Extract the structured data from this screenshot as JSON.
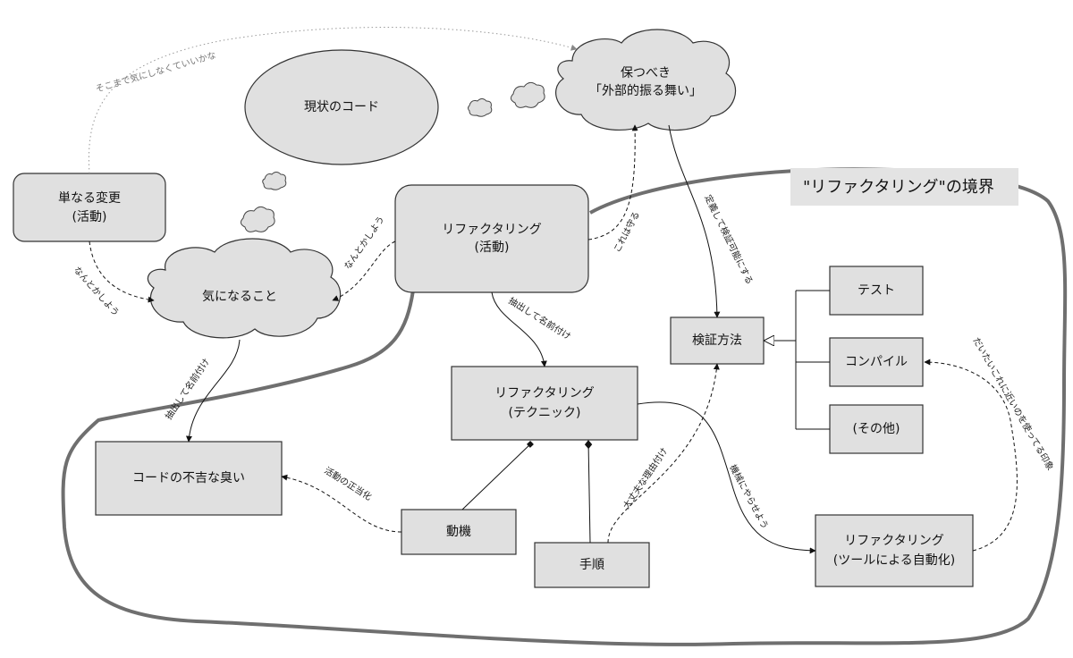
{
  "boundary_label": "\"リファクタリング\"の境界",
  "nodes": {
    "current_code": "現状のコード",
    "preserve_behavior_line1": "保つべき",
    "preserve_behavior_line2": "「外部的振る舞い」",
    "simple_change_line1": "単なる変更",
    "simple_change_line2": "(活動)",
    "refactoring_activity_line1": "リファクタリング",
    "refactoring_activity_line2": "(活動)",
    "concern": "気になること",
    "code_smell": "コードの不吉な臭い",
    "refactoring_technique_line1": "リファクタリング",
    "refactoring_technique_line2": "(テクニック)",
    "verification_method": "検証方法",
    "test": "テスト",
    "compile": "コンパイル",
    "other": "(その他)",
    "motive": "動機",
    "procedure": "手順",
    "refactoring_tool_line1": "リファクタリング",
    "refactoring_tool_line2": "(ツールによる自動化)"
  },
  "edge_labels": {
    "dont_worry": "そこまで気にしなくていいかな",
    "somehow_left": "なんとかしよう",
    "somehow_activity": "なんとかしよう",
    "keep_this": "これは守る",
    "define_verifiable": "定義して検証可能にする",
    "extract_name_activity": "抽出して名前付け",
    "extract_name_concern": "抽出して名前付け",
    "justify_activity": "活動の正当化",
    "rationale": "大丈夫な理由付け",
    "automate": "機械にやらせよう",
    "similar_impression": "だいたいこれに近いのを使ってる印象"
  }
}
